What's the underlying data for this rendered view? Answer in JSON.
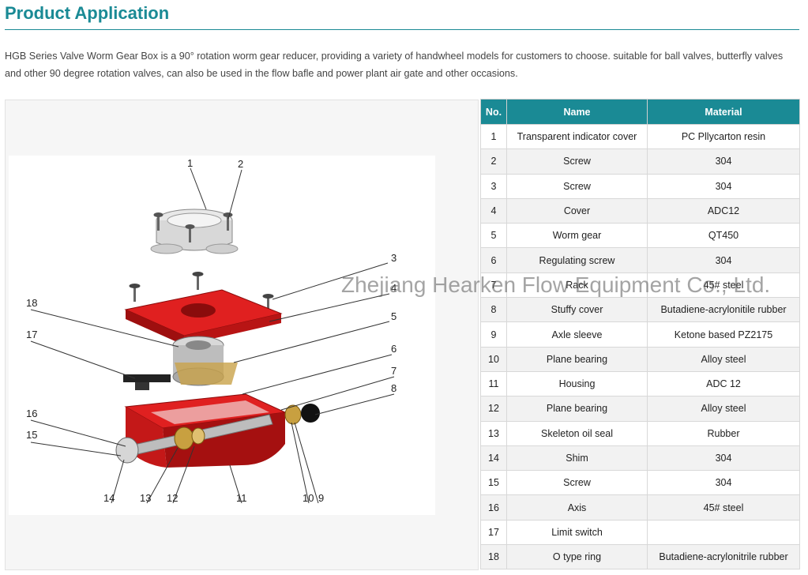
{
  "header": {
    "title": "Product Application"
  },
  "description": "HGB Series Valve Worm Gear Box is a 90° rotation worm gear reducer, providing a variety of handwheel models for customers to choose. suitable for ball valves, butterfly valves and other 90 degree rotation valves, can also be used in the flow bafle and power plant air gate and other occasions.",
  "diagram": {
    "callouts": [
      "1",
      "2",
      "3",
      "4",
      "5",
      "6",
      "7",
      "8",
      "9",
      "10",
      "11",
      "12",
      "13",
      "14",
      "15",
      "16",
      "17",
      "18"
    ],
    "colors": {
      "body": "#d11a1a",
      "body_dark": "#9e0f0f",
      "metal": "#c8c8c8",
      "brass": "#c8a040"
    }
  },
  "table": {
    "headers": [
      "No.",
      "Name",
      "Material"
    ],
    "rows": [
      {
        "no": "1",
        "name": "Transparent indicator cover",
        "material": "PC Pllycarton resin"
      },
      {
        "no": "2",
        "name": "Screw",
        "material": "304"
      },
      {
        "no": "3",
        "name": "Screw",
        "material": "304"
      },
      {
        "no": "4",
        "name": "Cover",
        "material": "ADC12"
      },
      {
        "no": "5",
        "name": "Worm gear",
        "material": "QT450"
      },
      {
        "no": "6",
        "name": "Regulating screw",
        "material": "304"
      },
      {
        "no": "7",
        "name": "Rack",
        "material": "45# steel"
      },
      {
        "no": "8",
        "name": "Stuffy cover",
        "material": "Butadiene-acrylonitile rubber"
      },
      {
        "no": "9",
        "name": "Axle sleeve",
        "material": "Ketone based PZ2175"
      },
      {
        "no": "10",
        "name": "Plane bearing",
        "material": "Alloy steel"
      },
      {
        "no": "11",
        "name": "Housing",
        "material": "ADC 12"
      },
      {
        "no": "12",
        "name": "Plane bearing",
        "material": "Alloy steel"
      },
      {
        "no": "13",
        "name": "Skeleton oil seal",
        "material": "Rubber"
      },
      {
        "no": "14",
        "name": "Shim",
        "material": "304"
      },
      {
        "no": "15",
        "name": "Screw",
        "material": "304"
      },
      {
        "no": "16",
        "name": "Axis",
        "material": "45# steel"
      },
      {
        "no": "17",
        "name": "Limit switch",
        "material": ""
      },
      {
        "no": "18",
        "name": "O type ring",
        "material": "Butadiene-acrylonitrile rubber"
      }
    ]
  },
  "watermark": "Zhejiang Hearken Flow Equipment Co., Ltd."
}
